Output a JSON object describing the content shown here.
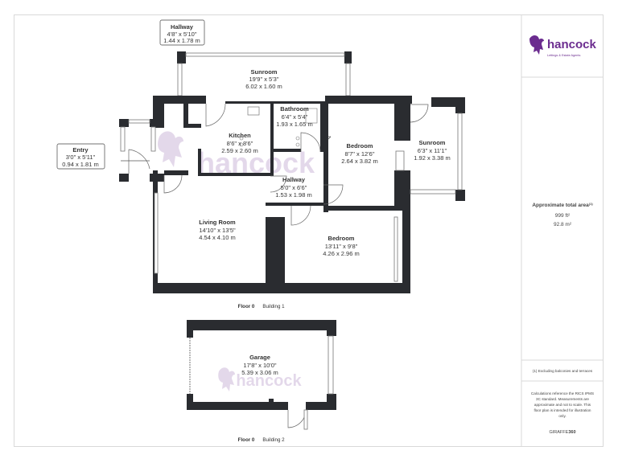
{
  "brand": {
    "name": "hancock",
    "tagline": "Lettings & Estate Agents",
    "color": "#6b2c8f"
  },
  "rooms": {
    "hallway_top": {
      "name": "Hallway",
      "imperial": "4'8\" x 5'10\"",
      "metric": "1.44 x 1.78 m"
    },
    "sunroom_top": {
      "name": "Sunroom",
      "imperial": "19'9\" x 5'3\"",
      "metric": "6.02 x 1.60 m"
    },
    "bathroom": {
      "name": "Bathroom",
      "imperial": "6'4\" x 5'4\"",
      "metric": "1.93 x 1.65 m"
    },
    "kitchen": {
      "name": "Kitchen",
      "imperial": "8'6\" x 8'6\"",
      "metric": "2.59 x 2.60 m"
    },
    "bedroom_1": {
      "name": "Bedroom",
      "imperial": "8'7\" x 12'6\"",
      "metric": "2.64 x 3.82 m"
    },
    "sunroom_right": {
      "name": "Sunroom",
      "imperial": "6'3\" x 11'1\"",
      "metric": "1.92 x 3.38 m"
    },
    "entry": {
      "name": "Entry",
      "imperial": "3'0\" x 5'11\"",
      "metric": "0.94 x 1.81 m"
    },
    "hallway_mid": {
      "name": "Hallway",
      "imperial": "5'0\" x 6'6\"",
      "metric": "1.53 x 1.98 m"
    },
    "living_room": {
      "name": "Living Room",
      "imperial": "14'10\" x 13'5\"",
      "metric": "4.54 x 4.10 m"
    },
    "bedroom_2": {
      "name": "Bedroom",
      "imperial": "13'11\" x 9'8\"",
      "metric": "4.26 x 2.96 m"
    },
    "garage": {
      "name": "Garage",
      "imperial": "17'8\" x 10'0\"",
      "metric": "5.39 x 3.06 m"
    }
  },
  "floors": {
    "building1": {
      "floor": "Floor 0",
      "building": "Building 1"
    },
    "building2": {
      "floor": "Floor 0",
      "building": "Building 2"
    }
  },
  "area": {
    "title": "Approximate total area",
    "title_sup": "(1)",
    "ft": "999 ft²",
    "m": "92.8 m²",
    "note": "(1) Excluding balconies and terraces"
  },
  "disclaimer": {
    "lines": [
      "Calculations reference the RICS IPMS",
      "3C standard. Measurements are",
      "approximate and not to scale. This",
      "floor plan is intended for illustration",
      "only."
    ]
  },
  "credit": {
    "text": "GIRAFFE",
    "bold": "360"
  },
  "icons": {
    "logo": "bird-crest-icon",
    "watermark": "hancock-watermark"
  }
}
